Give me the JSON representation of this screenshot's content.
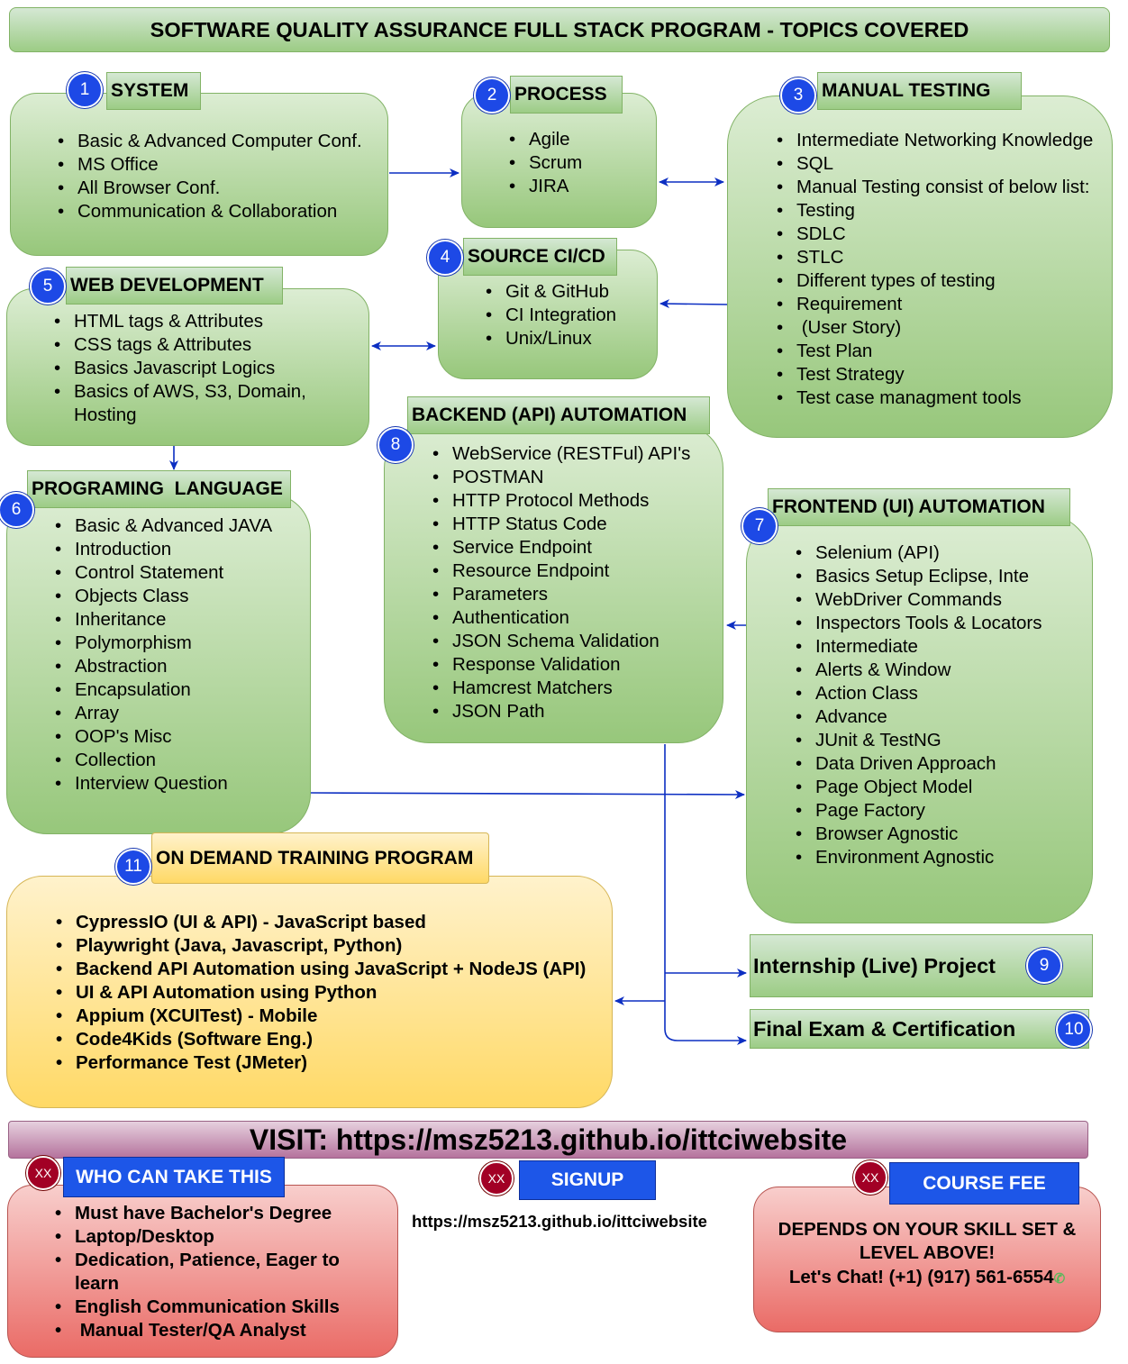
{
  "title": "SOFTWARE QUALITY ASSURANCE FULL STACK PROGRAM - TOPICS COVERED",
  "colors": {
    "green": "#97c77b",
    "yellow": "#ffd966",
    "red": "#ea6b66",
    "purple": "#b5739d",
    "blue": "#1d49e6",
    "arrow": "#0c2ec2",
    "badge_xx": "#a20025"
  },
  "sections": {
    "system": {
      "num": "1",
      "label": "SYSTEM",
      "items": [
        "Basic & Advanced Computer Conf.",
        "MS Office",
        "All Browser Conf.",
        "Communication & Collaboration"
      ]
    },
    "process": {
      "num": "2",
      "label": "PROCESS",
      "items": [
        "Agile",
        "Scrum",
        "JIRA"
      ]
    },
    "manual": {
      "num": "3",
      "label": "MANUAL TESTING",
      "items": [
        "Intermediate Networking Knowledge",
        "SQL",
        "Manual Testing consist of below list:",
        "Testing",
        "SDLC",
        "STLC",
        "Different types of testing",
        "Requirement",
        " (User Story)",
        "Test Plan",
        "Test Strategy",
        "Test case managment tools"
      ]
    },
    "source": {
      "num": "4",
      "label": "SOURCE CI/CD",
      "items": [
        "Git & GitHub",
        "CI Integration",
        "Unix/Linux"
      ]
    },
    "web": {
      "num": "5",
      "label": "WEB DEVELOPMENT",
      "items": [
        "HTML tags & Attributes",
        "CSS tags & Attributes",
        "Basics Javascript Logics",
        "Basics of AWS, S3, Domain,",
        "Hosting"
      ]
    },
    "prog": {
      "num": "6",
      "label": "PROGRAMING  LANGUAGE",
      "items": [
        "Basic & Advanced JAVA",
        "Introduction",
        "Control Statement",
        "Objects Class",
        "Inheritance",
        "Polymorphism",
        "Abstraction",
        "Encapsulation",
        "Array",
        "OOP's Misc",
        "Collection",
        "Interview Question"
      ]
    },
    "frontend": {
      "num": "7",
      "label": "FRONTEND (UI) AUTOMATION",
      "items": [
        "Selenium (API)",
        "Basics Setup Eclipse, Inte",
        "WebDriver Commands",
        "Inspectors Tools & Locators",
        "Intermediate",
        "Alerts & Window",
        "Action Class",
        "Advance",
        "JUnit & TestNG",
        "Data Driven Approach",
        "Page Object Model",
        "Page Factory",
        "Browser Agnostic",
        "Environment Agnostic"
      ]
    },
    "backend": {
      "num": "8",
      "label": "BACKEND (API) AUTOMATION",
      "items": [
        "WebService (RESTFul) API's",
        "POSTMAN",
        "HTTP Protocol Methods",
        "HTTP Status Code",
        "Service Endpoint",
        "Resource Endpoint",
        "Parameters",
        "Authentication",
        "JSON Schema Validation",
        "Response Validation",
        "Hamcrest Matchers",
        "JSON Path"
      ]
    },
    "internship": {
      "num": "9",
      "label": "Internship (Live) Project"
    },
    "final": {
      "num": "10",
      "label": "Final Exam & Certification"
    },
    "ondemand": {
      "num": "11",
      "label": "ON DEMAND TRAINING PROGRAM",
      "items": [
        "CypressIO (UI & API) - JavaScript based",
        "Playwright (Java, Javascript, Python)",
        "Backend API Automation using JavaScript + NodeJS (API)",
        "UI & API Automation using Python",
        "Appium (XCUITest) - Mobile",
        "Code4Kids (Software Eng.)",
        "Performance Test (JMeter)"
      ]
    }
  },
  "visit": "VISIT: https://msz5213.github.io/ittciwebsite",
  "who": {
    "badge": "XX",
    "label": "WHO CAN TAKE THIS",
    "items": [
      "Must have Bachelor's Degree",
      "Laptop/Desktop",
      "Dedication, Patience, Eager to",
      "learn",
      "English Communication Skills",
      " Manual Tester/QA Analyst"
    ]
  },
  "signup": {
    "badge": "XX",
    "label": "SIGNUP",
    "url": "https://msz5213.github.io/ittciwebsite"
  },
  "fee": {
    "badge": "XX",
    "label": "COURSE FEE",
    "line1": "DEPENDS ON YOUR SKILL SET &",
    "line2": "LEVEL ABOVE!",
    "line3": "Let's Chat! (+1) (917) 561-6554"
  }
}
